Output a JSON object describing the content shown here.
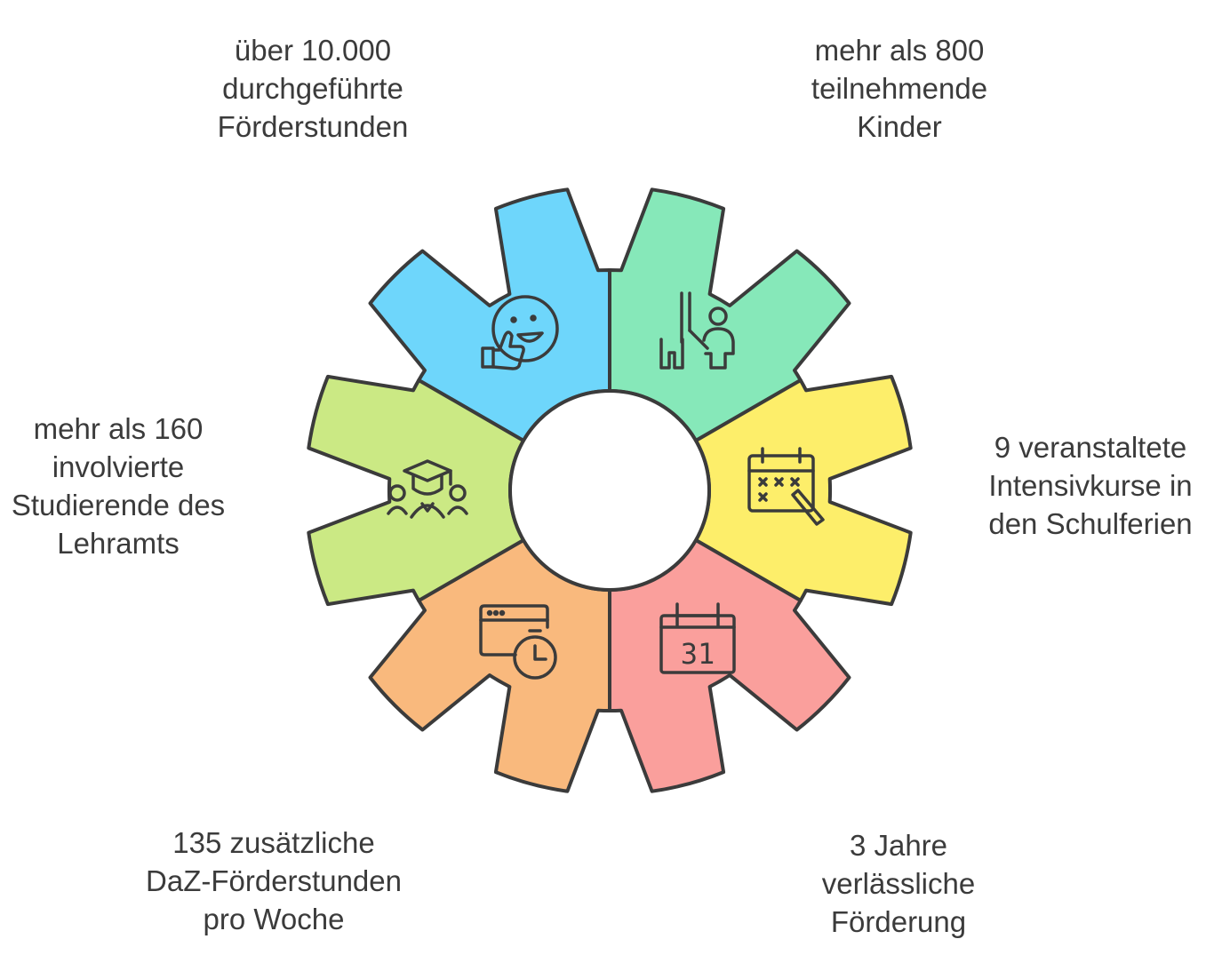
{
  "segments": [
    {
      "id": "hours",
      "color": "#6ed6fb",
      "icon": "thumbs-up-smiley-icon",
      "lines": [
        "über 10.000",
        "durchgeführte",
        "Förderstunden"
      ]
    },
    {
      "id": "children",
      "color": "#86e8b9",
      "icon": "teacher-child-icon",
      "lines": [
        "mehr als 800",
        "teilnehmende",
        "Kinder"
      ]
    },
    {
      "id": "courses",
      "color": "#fdee6a",
      "icon": "calendar-plan-icon",
      "lines": [
        "9 veranstaltete",
        "Intensivkurse in",
        "den Schulferien"
      ]
    },
    {
      "id": "years",
      "color": "#fa9f9c",
      "icon": "calendar-31-icon",
      "lines": [
        "3 Jahre",
        "verlässliche",
        "Förderung"
      ]
    },
    {
      "id": "daz",
      "color": "#f9b97d",
      "icon": "schedule-clock-icon",
      "lines": [
        "135 zusätzliche",
        "DaZ-Förderstunden",
        "pro Woche"
      ]
    },
    {
      "id": "students",
      "color": "#cbe984",
      "icon": "graduate-group-icon",
      "lines": [
        "mehr als 160",
        "involvierte",
        "Studierende des",
        "Lehramts"
      ]
    }
  ],
  "stroke_color": "#3b3b3b"
}
